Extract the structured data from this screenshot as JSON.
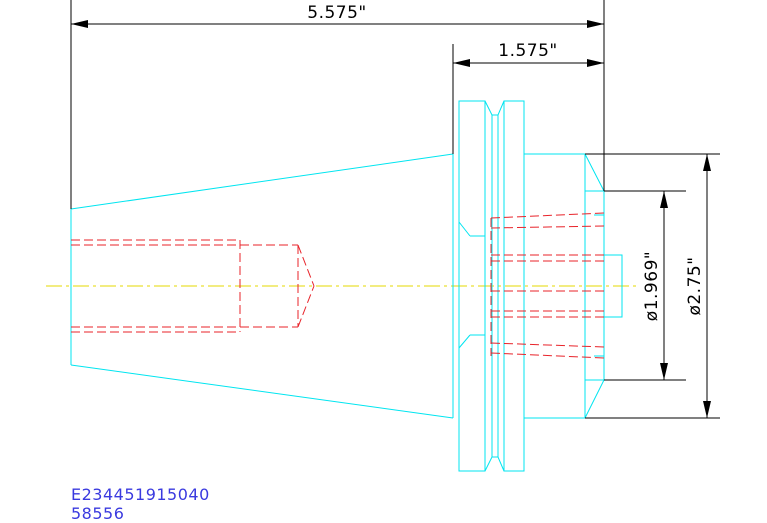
{
  "dimensions": {
    "overall_length": "5.575\"",
    "flange_length": "1.575\"",
    "small_diameter": "ø1.969\"",
    "large_diameter": "ø2.75\""
  },
  "part": {
    "drawing_number": "E234451915040",
    "item_number": "58556"
  },
  "colors": {
    "outline": "#00e5f0",
    "hidden": "#e8232a",
    "centerline": "#e6d800",
    "dimension": "#000000",
    "text_blue": "#3a3adf"
  }
}
